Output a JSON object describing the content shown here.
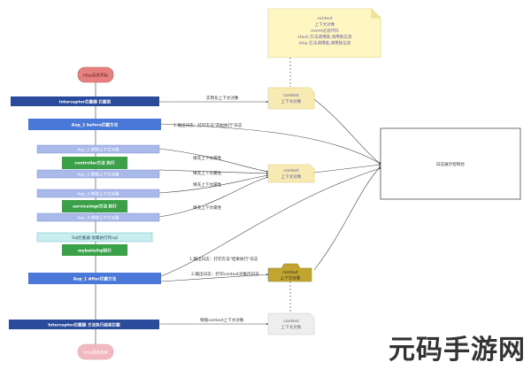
{
  "context_note": {
    "lines": [
      "context",
      "上下文对象",
      "event过滤代码",
      "stock:方法调用链,调用链信息",
      "step:方法调用链,调用链信息"
    ],
    "fill": "#fff7c2"
  },
  "nodes": {
    "start": "http请求开始",
    "interceptor_in": "Interceptor拦截器  拦截到",
    "aop_before": "Aop_1 before拦截方法",
    "aop_get_1": "Aop_2 获取上下文对象",
    "controller": "controller方法 执行",
    "aop_get_2": "Aop_2 获取上下文对象",
    "aop_get_3": "Aop_3 获取上下文对象",
    "serviceimpl": "serviceimpl方法 执行",
    "aop_get_4": "Aop_4 获取上下文对象",
    "sql_interceptor": "Sql拦截器  收集执行的sql",
    "mybatis": "mybatisSql执行",
    "aop_after": "Aop_1 After拦截方法",
    "interceptor_out": "Interceptor拦截器  方法执行结束拦截",
    "end": "http请求结束",
    "ctx_1": [
      "context",
      "上下文对象"
    ],
    "ctx_2": [
      "context",
      "上下文对象"
    ],
    "ctx_3": [
      "context",
      "上下文对象"
    ],
    "ctx_4": [
      "context",
      "上下文对象"
    ],
    "log_box": "日志展示控制台"
  },
  "edge_labels": {
    "instantiate": "实例化上下文对象",
    "log_start": "1.输出日志：打印方法\"开始执行\"日志",
    "fill_1": "填充上下文属性",
    "fill_2": "填充上下文属性",
    "fill_3": "填充上下文属性",
    "fill_4": "填充上下文属性",
    "log_result": "1.输出日志：打印方法\"结果执行\"日志",
    "log_context": "2.输出日志：打印context对象内日志",
    "destroy": "销毁context上下文对象"
  },
  "watermark": "元码手游网",
  "colors": {
    "navy": "#2a4a9c",
    "blue": "#4a78d8",
    "light_blue": "#a9b9ea",
    "green": "#3aa148",
    "cyan": "#c8eef0",
    "red_start": "#e98080",
    "pink_end": "#f1b8bf",
    "context_yellow": "#f7eab3",
    "context_olive": "#c1a52e",
    "context_grey": "#eeeeee",
    "line": "#444444"
  }
}
